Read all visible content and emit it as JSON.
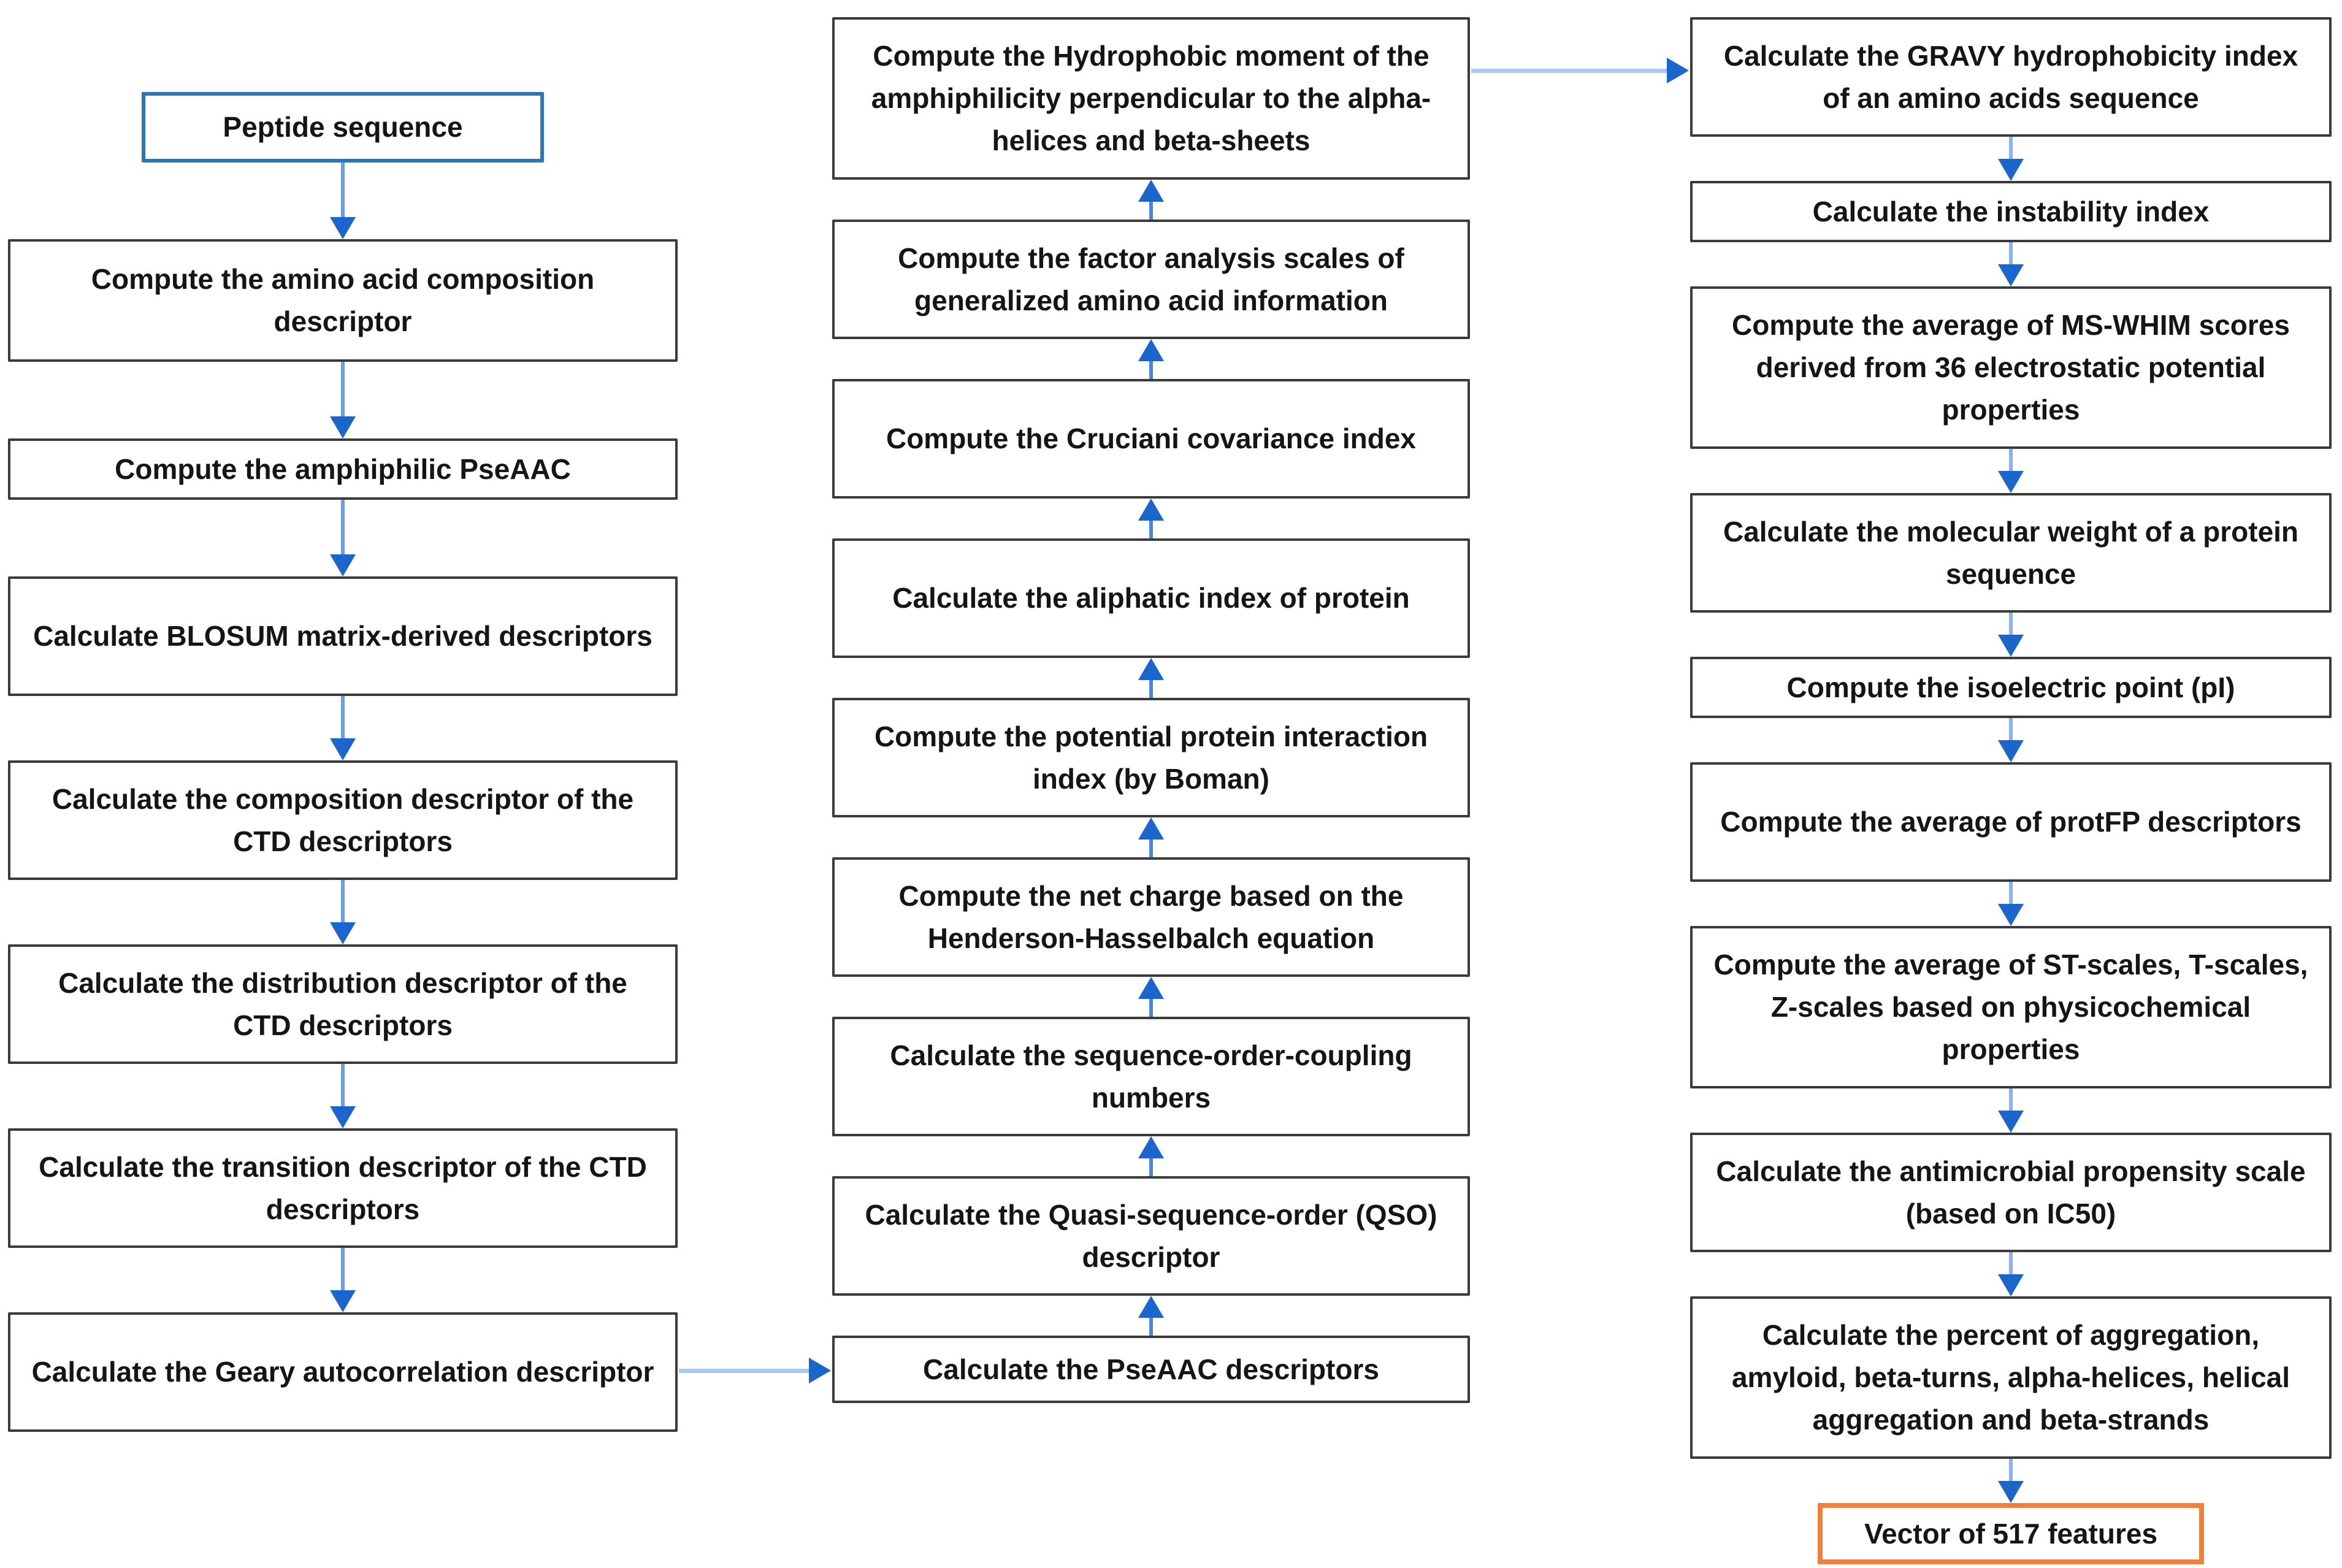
{
  "diagram": {
    "title_hint": "Peptide feature extraction pipeline flowchart",
    "columns": {
      "left": {
        "flow_direction": "down",
        "boxes": [
          {
            "label": "Peptide sequence",
            "style": "blue-outline-input"
          },
          {
            "label": "Compute the amino acid composition descriptor"
          },
          {
            "label": "Compute the amphiphilic PseAAC"
          },
          {
            "label": "Calculate BLOSUM matrix-derived descriptors"
          },
          {
            "label": "Calculate the composition descriptor of the CTD descriptors"
          },
          {
            "label": "Calculate the distribution descriptor of the CTD descriptors"
          },
          {
            "label": "Calculate the transition descriptor of the CTD descriptors"
          },
          {
            "label": "Calculate the Geary autocorrelation descriptor"
          }
        ]
      },
      "middle": {
        "flow_direction": "up",
        "boxes": [
          {
            "label": "Compute the Hydrophobic moment of the amphiphilicity perpendicular to the alpha-helices and beta-sheets"
          },
          {
            "label": "Compute the factor analysis scales of generalized amino acid information"
          },
          {
            "label": "Compute the Cruciani covariance index"
          },
          {
            "label": "Calculate the aliphatic index of protein"
          },
          {
            "label": "Compute the potential protein interaction index (by Boman)"
          },
          {
            "label": "Compute the net charge based on the Henderson-Hasselbalch equation"
          },
          {
            "label": "Calculate the sequence-order-coupling numbers"
          },
          {
            "label": "Calculate the Quasi-sequence-order (QSO) descriptor"
          },
          {
            "label": "Calculate the PseAAC descriptors"
          }
        ]
      },
      "right": {
        "flow_direction": "down",
        "boxes": [
          {
            "label": "Calculate the GRAVY hydrophobicity index of an amino acids sequence"
          },
          {
            "label": "Calculate the instability index"
          },
          {
            "label": "Compute the average of MS-WHIM scores derived from 36 electrostatic potential properties"
          },
          {
            "label": "Calculate the molecular weight of a protein sequence"
          },
          {
            "label": "Compute the isoelectric point (pI)"
          },
          {
            "label": "Compute the average of protFP descriptors"
          },
          {
            "label": "Compute the average of ST-scales, T-scales, Z-scales based on physicochemical properties"
          },
          {
            "label": "Calculate the antimicrobial propensity scale (based on IC50)"
          },
          {
            "label": "Calculate the percent of aggregation, amyloid, beta-turns, alpha-helices, helical aggregation and beta-strands"
          },
          {
            "label": "Vector of 517 features",
            "style": "orange-outline-output"
          }
        ]
      }
    },
    "cross_links": [
      {
        "from": "Calculate the Geary autocorrelation descriptor",
        "to": "Calculate the PseAAC descriptors",
        "direction": "right"
      },
      {
        "from": "Compute the Hydrophobic moment of the amphiphilicity perpendicular to the alpha-helices and beta-sheets",
        "to": "Calculate the GRAVY hydrophobicity index of an amino acids sequence",
        "direction": "right"
      }
    ]
  },
  "colors": {
    "background": "#ffffff",
    "box_border": "#3b3b3b",
    "input_box_border": "#2e75b6",
    "output_box_border": "#f0813a",
    "arrow_head": "#1b66cc",
    "arrow_stem_vertical": "#5e94e0",
    "arrow_stem_horizontal": "#aac8f0",
    "text": "#151515"
  }
}
